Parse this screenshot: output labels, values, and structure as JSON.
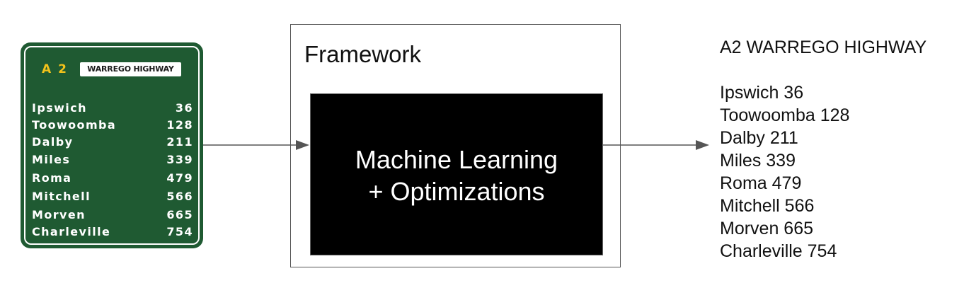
{
  "sign": {
    "route": "A 2",
    "highway_name": "WARREGO HIGHWAY",
    "colors": {
      "background": "#1f5a32",
      "route_text": "#f2c21b",
      "text": "#ffffff"
    },
    "destinations": [
      {
        "town": "Ipswich",
        "distance": "36"
      },
      {
        "town": "Toowoomba",
        "distance": "128"
      },
      {
        "town": "Dalby",
        "distance": "211"
      },
      {
        "town": "Miles",
        "distance": "339"
      },
      {
        "town": "Roma",
        "distance": "479"
      },
      {
        "town": "Mitchell",
        "distance": "566"
      },
      {
        "town": "Morven",
        "distance": "665"
      },
      {
        "town": "Charleville",
        "distance": "754"
      }
    ]
  },
  "framework": {
    "title": "Framework",
    "ml_box_line1": "Machine Learning",
    "ml_box_line2": "+ Optimizations"
  },
  "output": {
    "title": "A2 WARREGO HIGHWAY",
    "lines": [
      "Ipswich 36",
      "Toowoomba 128",
      "Dalby 211",
      "Miles 339",
      "Roma 479",
      "Mitchell 566",
      "Morven 665",
      "Charleville 754"
    ]
  }
}
